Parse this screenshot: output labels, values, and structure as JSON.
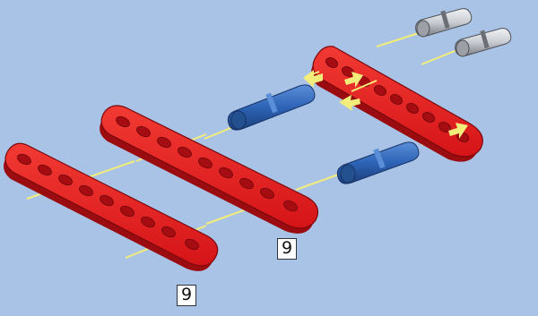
{
  "labels": {
    "beam_middle_length": "9",
    "beam_front_length": "9"
  },
  "colors": {
    "background": "#a9c3e6",
    "beam_red": "#e3161c",
    "beam_red_dark": "#9a0c10",
    "pin_blue": "#2d63b6",
    "pin_gray": "#c9ccd1",
    "guide_line": "#f2ec7a"
  },
  "parts": {
    "beams": [
      {
        "name": "beam-back",
        "holes": 9
      },
      {
        "name": "beam-middle",
        "holes": 9
      },
      {
        "name": "beam-front",
        "holes": 9
      }
    ],
    "pins": [
      {
        "name": "blue-pin-upper",
        "color": "blue"
      },
      {
        "name": "blue-pin-lower",
        "color": "blue"
      },
      {
        "name": "gray-pin-top",
        "color": "gray"
      },
      {
        "name": "gray-pin-right",
        "color": "gray"
      }
    ]
  }
}
